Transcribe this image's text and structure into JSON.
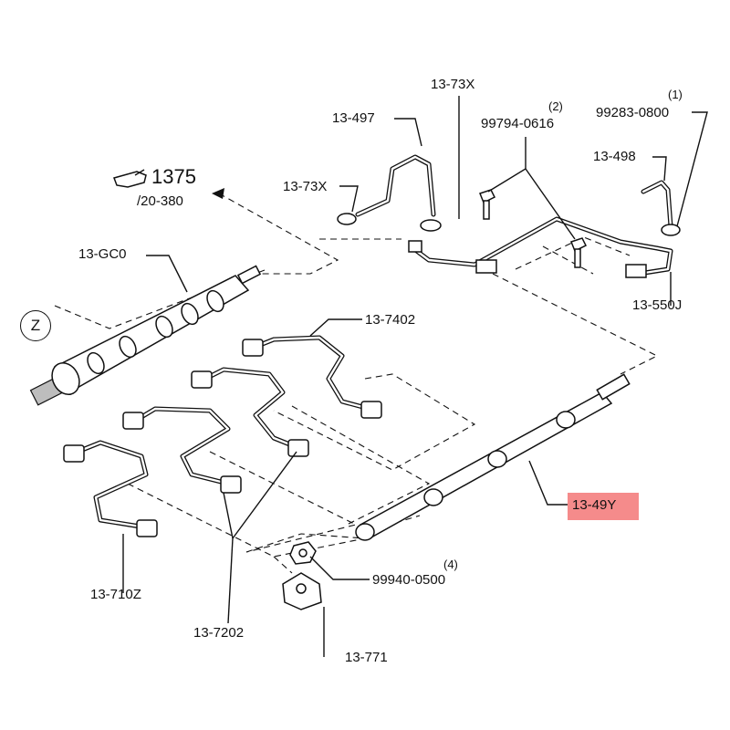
{
  "callouts": {
    "p_13_73x_top": "13-73X",
    "p_13_497": "13-497",
    "p_99794": "99794-0616",
    "p_99794_qty": "(2)",
    "p_99283": "99283-0800",
    "p_99283_qty": "(1)",
    "p_13_498": "13-498",
    "p_1375": "1375",
    "p_1375_sub": "/20-380",
    "p_13_73x_left": "13-73X",
    "p_13_gc0": "13-GC0",
    "p_13_550j": "13-550J",
    "p_z": "Z",
    "p_13_7402": "13-7402",
    "p_13_49y": "13-49Y",
    "p_99940": "99940-0500",
    "p_99940_qty": "(4)",
    "p_13_710z": "13-710Z",
    "p_13_7202": "13-7202",
    "p_13_771": "13-771"
  },
  "icons": {
    "reference_hand": "pointing-hand-icon"
  },
  "colors": {
    "highlight": "#f58b8b",
    "line": "#111111"
  }
}
